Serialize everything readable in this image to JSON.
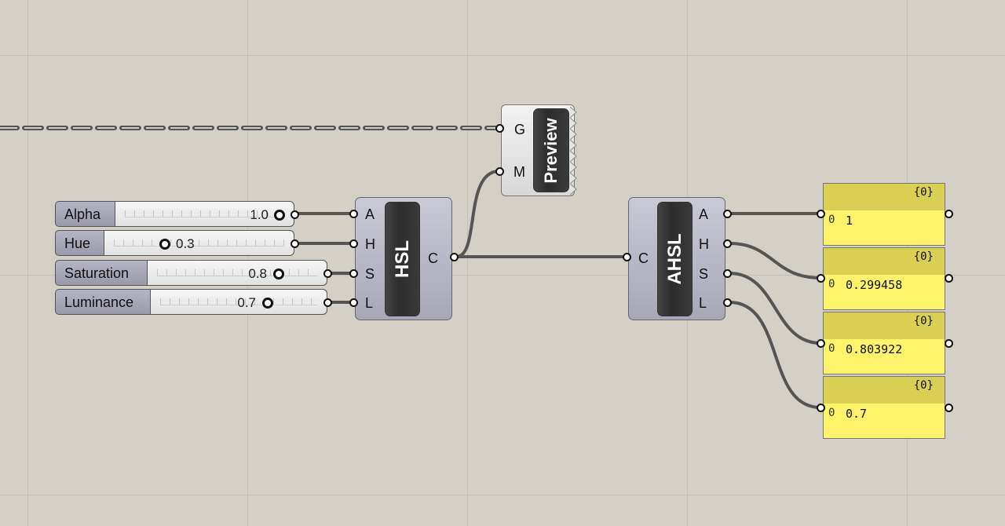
{
  "sliders": [
    {
      "label": "Alpha",
      "value": "1.0"
    },
    {
      "label": "Hue",
      "value": "0.3"
    },
    {
      "label": "Saturation",
      "value": "0.8"
    },
    {
      "label": "Luminance",
      "value": "0.7"
    }
  ],
  "hsl": {
    "title": "HSL",
    "inputs": [
      "A",
      "H",
      "S",
      "L"
    ],
    "output": "C"
  },
  "ahsl": {
    "title": "AHSL",
    "input": "C",
    "outputs": [
      "A",
      "H",
      "S",
      "L"
    ]
  },
  "preview": {
    "title": "Preview",
    "inputs": [
      "G",
      "M"
    ]
  },
  "panels": [
    {
      "path": "{0}",
      "index": "0",
      "value": "1"
    },
    {
      "path": "{0}",
      "index": "0",
      "value": "0.299458"
    },
    {
      "path": "{0}",
      "index": "0",
      "value": "0.803922"
    },
    {
      "path": "{0}",
      "index": "0",
      "value": "0.7"
    }
  ],
  "colors": {
    "canvas": "#d4d0c8",
    "panel": "#fff36a",
    "wire": "#555555"
  }
}
